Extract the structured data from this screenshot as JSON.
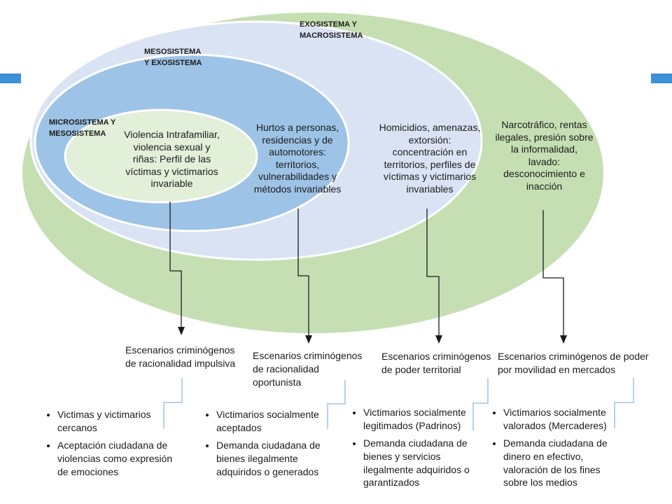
{
  "colors": {
    "outer_ellipse": "#c5dfb3",
    "middle_ellipse": "#dae3f4",
    "inner_ellipse": "#9dc3e6",
    "core_ellipse": "#e2efd9",
    "bracket": "#9dc3e6",
    "arrow": "#1b1b1b",
    "slide_bar": "#3d8fd8"
  },
  "systems": {
    "exo_macro": "EXOSISTEMA Y\nMACROSISTEMA",
    "meso_exo": "MESOSISTEMA\nY EXOSISTEMA",
    "micro_meso": "MICROSISTEMA Y\nMESOSISTEMA"
  },
  "crimes": [
    "Violencia Intrafamiliar,\nviolencia sexual y\nriñas: Perfil de las\nvíctimas y victimarios\ninvariable",
    "Hurtos a personas,\nresidencias y de\nautomotores:\nterritorios,\nvulnerabilidades y\nmétodos invariables",
    "Homicidios, amenazas,\nextorsión:\nconcentración en\nterritorios, perfiles de\nvíctimas y victimarios\ninvariables",
    "Narcotráfico, rentas\nilegales, presión sobre\nla informalidad,\nlavado:\ndesconocimiento e\ninacción"
  ],
  "scenarios": [
    "Escenarios criminógenos\nde racionalidad impulsiva",
    "Escenarios criminógenos\nde racionalidad\noportunista",
    "Escenarios criminógenos\nde poder territorial",
    "Escenarios criminógenos de poder\npor movilidad en mercados"
  ],
  "bullets": [
    [
      "Victimas y victimarios\ncercanos",
      "Aceptación ciudadana de\nviolencias como expresión\nde emociones"
    ],
    [
      "Victimarios socialmente\naceptados",
      "Demanda ciudadana de\nbienes ilegalmente\nadquiridos  o generados"
    ],
    [
      "Victimarios socialmente\nlegitimados (Padrinos)",
      "Demanda ciudadana de\nbienes y servicios\nilegalmente  adquiridos  o\ngarantizados"
    ],
    [
      "Victimarios socialmente\nvalorados (Mercaderes)",
      "Demanda ciudadana de\ndinero en efectivo,\nvaloración de los fines\nsobre los medios"
    ]
  ]
}
